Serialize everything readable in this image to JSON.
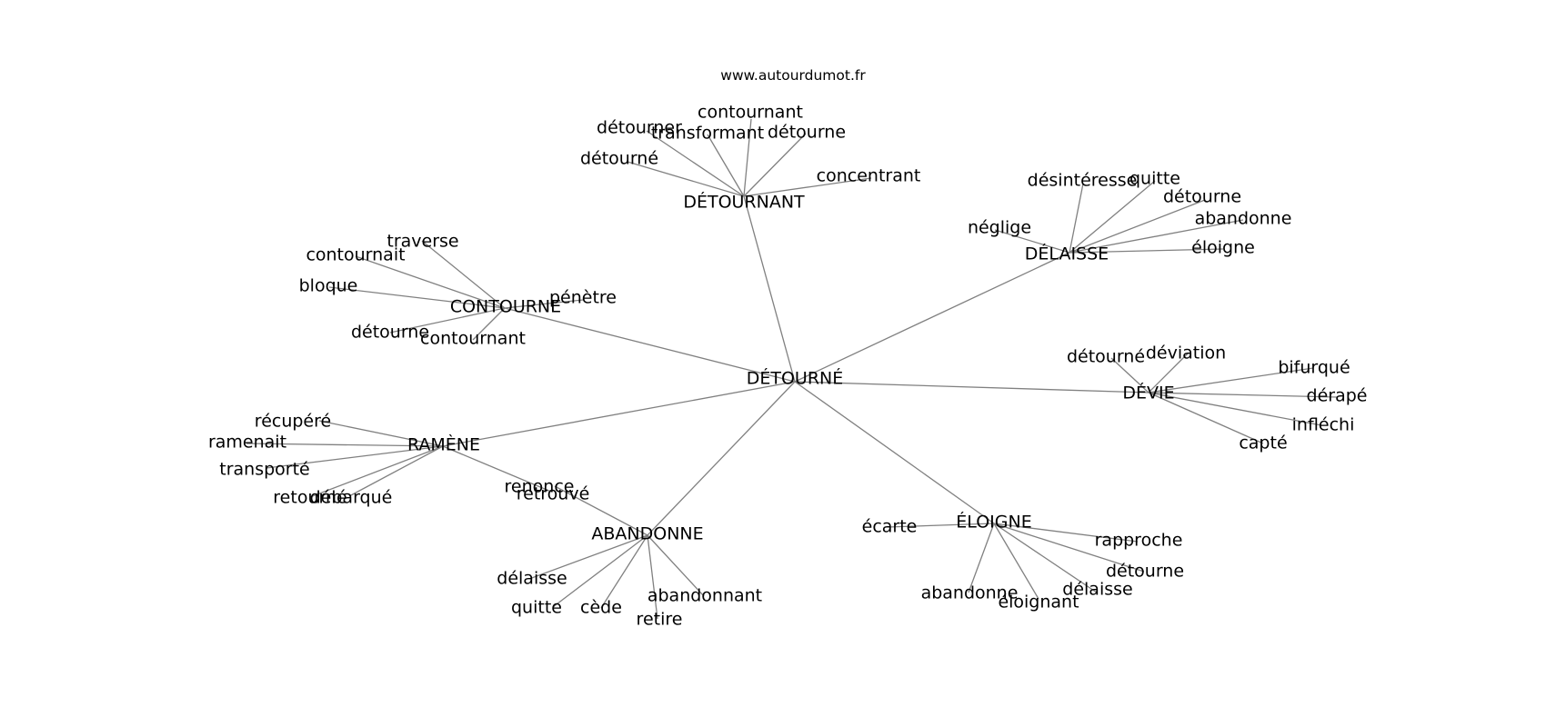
{
  "title": "www.autourdumot.fr",
  "colors": {
    "edge": "#808080",
    "text": "#000000",
    "background": "#ffffff"
  },
  "graph": {
    "center": {
      "id": "detourne",
      "label": "DÉTOURNÉ"
    },
    "hubs": [
      {
        "id": "detournant",
        "label": "DÉTOURNANT",
        "leaves": [
          "détourner",
          "transformant",
          "contournant",
          "détourne",
          "détourné",
          "concentrant"
        ]
      },
      {
        "id": "delaisse",
        "label": "DÉLAISSE",
        "leaves": [
          "désintéresse",
          "quitte",
          "détourne",
          "abandonne",
          "néglige",
          "éloigne"
        ]
      },
      {
        "id": "contourne",
        "label": "CONTOURNE",
        "leaves": [
          "traverse",
          "contournait",
          "bloque",
          "pénètre",
          "détourne",
          "contournant"
        ]
      },
      {
        "id": "devie",
        "label": "DÉVIE",
        "leaves": [
          "détourné",
          "déviation",
          "bifurqué",
          "dérapé",
          "infléchi",
          "capté"
        ]
      },
      {
        "id": "ramene",
        "label": "RAMÈNE",
        "leaves": [
          "récupéré",
          "ramenait",
          "transporté",
          "retourné",
          "débarqué",
          "retrouvé"
        ]
      },
      {
        "id": "abandonne",
        "label": "ABANDONNE",
        "leaves": [
          "renonce",
          "délaisse",
          "quitte",
          "cède",
          "abandonnant",
          "retire"
        ]
      },
      {
        "id": "eloigne",
        "label": "ÉLOIGNE",
        "leaves": [
          "écarte",
          "rapproche",
          "détourne",
          "abandonne",
          "éloignant",
          "délaisse"
        ]
      }
    ]
  }
}
